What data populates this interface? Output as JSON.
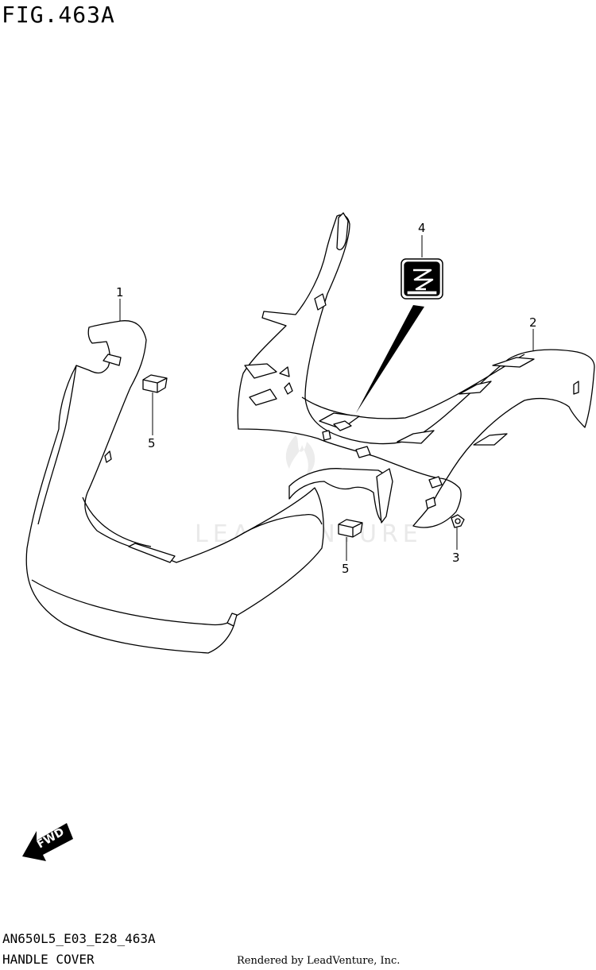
{
  "figure_title": "FIG.463A",
  "drawing_code": "AN650L5_E03_E28_463A",
  "caption": "HANDLE COVER",
  "credit": "Rendered by LeadVenture, Inc.",
  "watermark": "LEADVENTURE",
  "fwd_label": "FWD",
  "callouts": {
    "c1": "1",
    "c2": "2",
    "c3": "3",
    "c4": "4",
    "c5a": "5",
    "c5b": "5"
  }
}
